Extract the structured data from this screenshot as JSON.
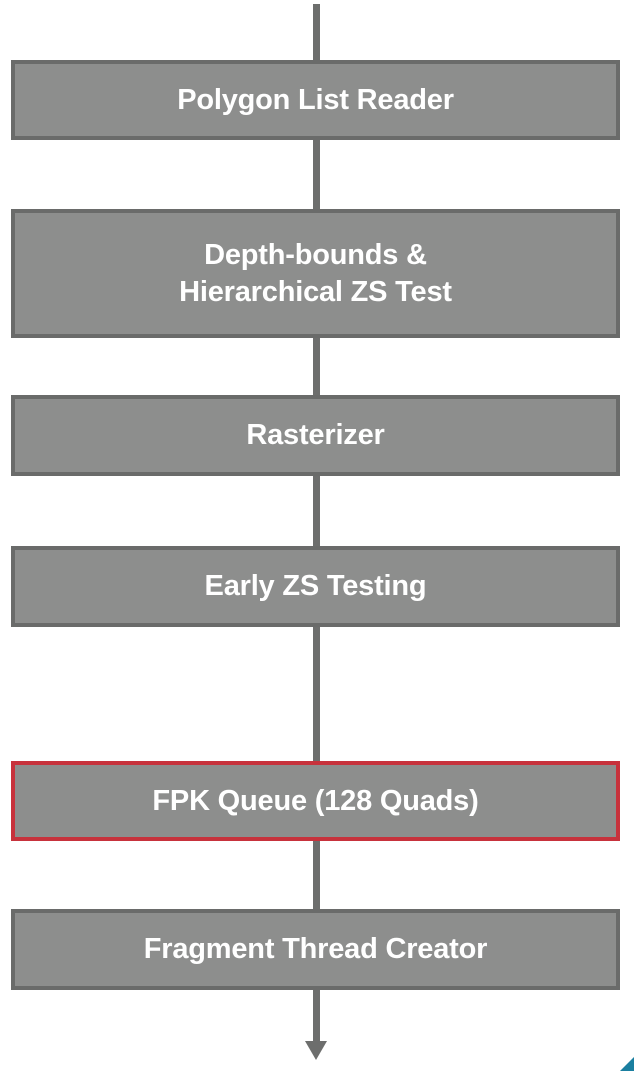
{
  "diagram": {
    "stages": [
      {
        "id": "polygon-list-reader",
        "label": "Polygon List Reader",
        "highlighted": false
      },
      {
        "id": "depth-bounds-hierarchical-zs-test",
        "label": "Depth-bounds &\nHierarchical ZS Test",
        "highlighted": false
      },
      {
        "id": "rasterizer",
        "label": "Rasterizer",
        "highlighted": false
      },
      {
        "id": "early-zs-testing",
        "label": "Early ZS Testing",
        "highlighted": false
      },
      {
        "id": "fpk-queue",
        "label": "FPK Queue (128 Quads)",
        "highlighted": true
      },
      {
        "id": "fragment-thread-creator",
        "label": "Fragment Thread Creator",
        "highlighted": false
      }
    ],
    "colors": {
      "box_fill": "#8d8e8d",
      "box_border": "#6a6b6a",
      "highlight_border": "#c7323c",
      "connector": "#6d6e6d",
      "text": "#ffffff"
    }
  }
}
